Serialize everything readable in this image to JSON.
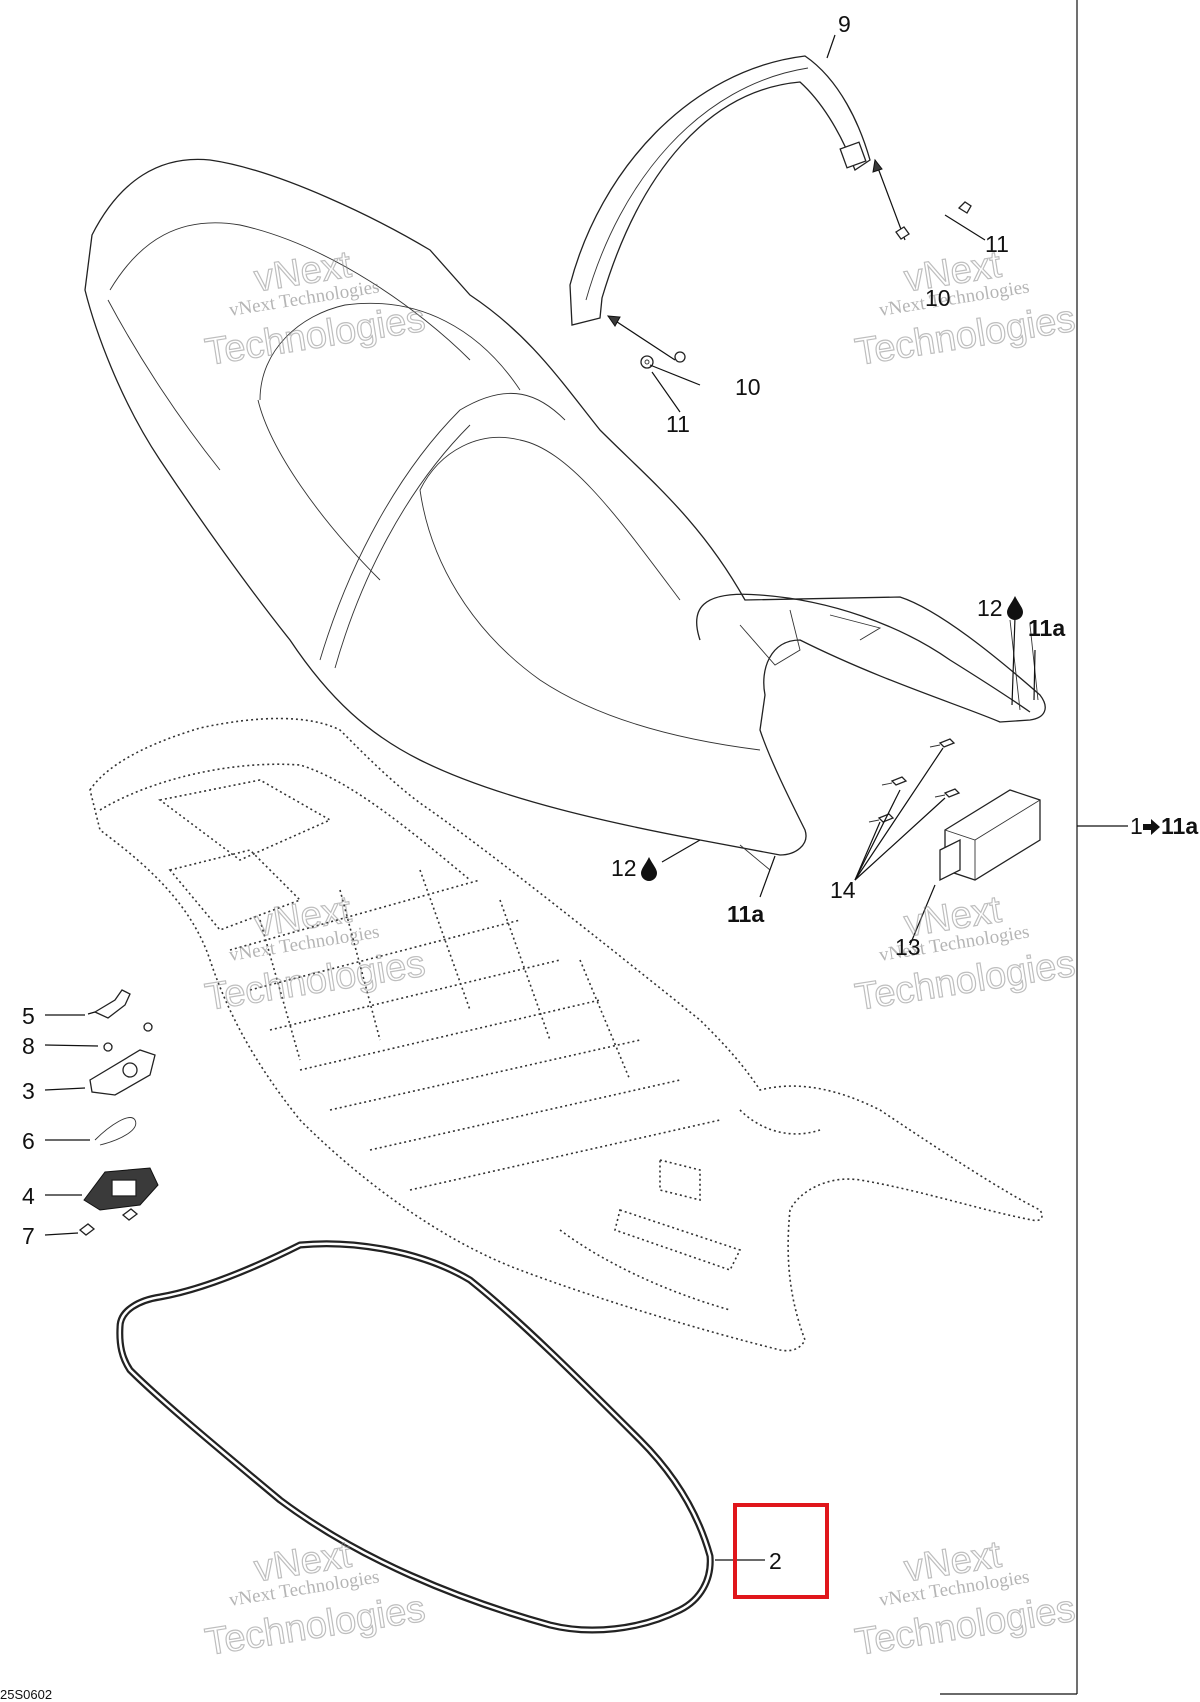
{
  "callouts": {
    "c9": "9",
    "c11_top": "11",
    "c10_top": "10",
    "c10": "10",
    "c11": "11",
    "c12_top": "12",
    "c11a_top": "11a",
    "c1_range": "1",
    "c11a_range": "11a",
    "c12_bottom": "12",
    "c11a_bottom": "11a",
    "c14": "14",
    "c13": "13",
    "c5": "5",
    "c8": "8",
    "c3": "3",
    "c6": "6",
    "c4": "4",
    "c7": "7",
    "c2": "2"
  },
  "drawing_id": "25S0602",
  "watermark": {
    "small": "vNext Technologies",
    "big_1": "vNext",
    "big_2": "Technologies"
  },
  "icons": {
    "drop": "oil-drop-icon",
    "arrow": "right-arrow-icon"
  },
  "colors": {
    "highlight": "#e0161b",
    "ink": "#111111",
    "watermark": "#8a8a8a"
  }
}
